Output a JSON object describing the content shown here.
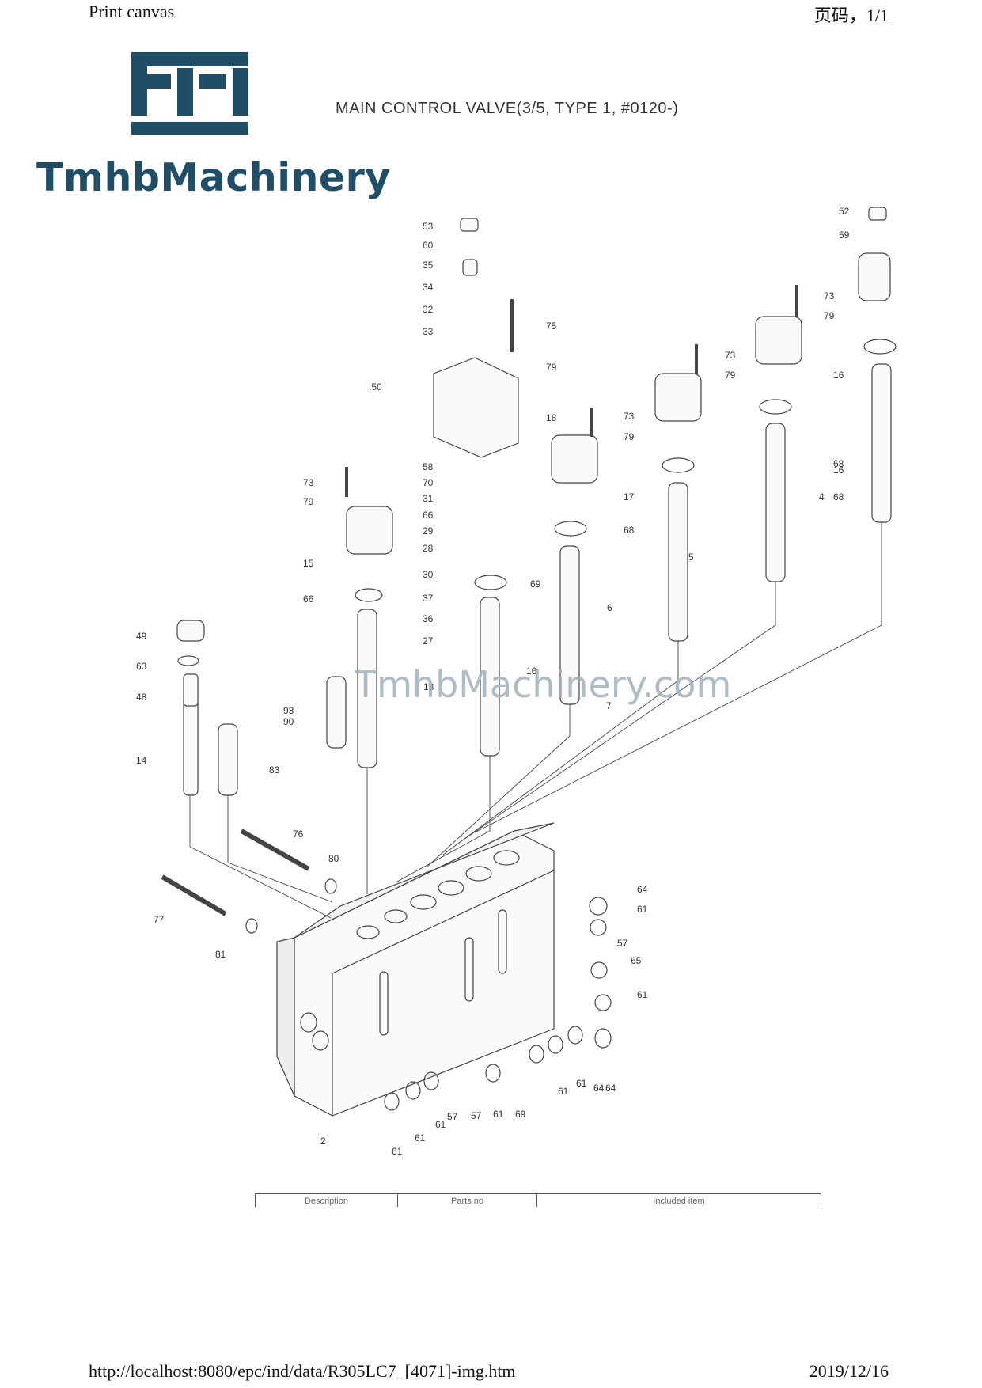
{
  "header": {
    "left": "Print canvas",
    "right": "页码，1/1"
  },
  "footer": {
    "url": "http://localhost:8080/epc/ind/data/R305LC7_[4071]-img.htm",
    "date": "2019/12/16"
  },
  "logo": {
    "text": "TmhbMachinery",
    "color": "#1f4e66"
  },
  "diagram": {
    "title": "MAIN CONTROL VALVE(3/5, TYPE 1, #0120-)",
    "watermark": "TmhbMachinery.com",
    "callouts": [
      "53",
      "60",
      "35",
      "34",
      "32",
      "33",
      "75",
      "79",
      ".50",
      "18",
      "58",
      "70",
      "31",
      "66",
      "29",
      "28",
      "30",
      "37",
      "36",
      "27",
      "69",
      "16",
      "73",
      "79",
      "17",
      "68",
      "6",
      "7",
      "73",
      "79",
      "15",
      "66",
      "13",
      "49",
      "63",
      "48",
      "14",
      "83",
      "93",
      "90",
      "73",
      "79",
      "16",
      "68",
      "5",
      "73",
      "79",
      "16",
      "68",
      "4",
      "52",
      "59",
      "76",
      "80",
      "77",
      "81",
      "64",
      "61",
      "57",
      "65",
      "61",
      "64",
      "61",
      "61",
      "64",
      "57",
      "57",
      "61",
      "69",
      "61",
      "61",
      "61",
      "2"
    ]
  },
  "table": {
    "columns": [
      "Description",
      "Parts no",
      "Included item"
    ]
  }
}
